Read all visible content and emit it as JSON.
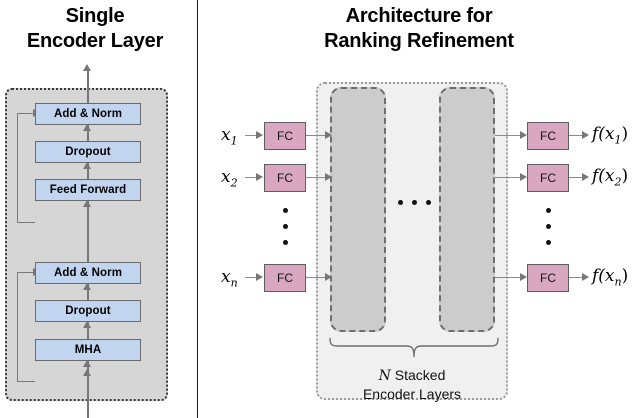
{
  "figure": {
    "left_panel": {
      "title_line1": "Single",
      "title_line2": "Encoder Layer",
      "blocks": [
        {
          "id": "add-norm-top",
          "label": "Add & Norm"
        },
        {
          "id": "dropout-top",
          "label": "Dropout"
        },
        {
          "id": "feed-forward",
          "label": "Feed Forward"
        },
        {
          "id": "add-norm-bottom",
          "label": "Add & Norm"
        },
        {
          "id": "dropout-bottom",
          "label": "Dropout"
        },
        {
          "id": "mha",
          "label": "MHA"
        }
      ],
      "block_fill": "#c2d5f0",
      "panel_fill": "#d6d6d6"
    },
    "right_panel": {
      "title_line1": "Architecture for",
      "title_line2": "Ranking Refinement",
      "inputs": [
        {
          "label": "x",
          "sub": "1"
        },
        {
          "label": "x",
          "sub": "2"
        },
        {
          "label": "x",
          "sub": "n"
        }
      ],
      "outputs": [
        {
          "label": "f(x",
          "sub": "1",
          "close": ")"
        },
        {
          "label": "f(x",
          "sub": "2",
          "close": ")"
        },
        {
          "label": "f(x",
          "sub": "n",
          "close": ")"
        }
      ],
      "fc_label": "FC",
      "fc_fill": "#d9a8c0",
      "encoder_fill": "#cccccc",
      "panel_fill": "#f0f0f0",
      "caption_line1_italic": "N",
      "caption_line1_rest": " Stacked",
      "caption_line2": "Encoder Layers",
      "ellipsis_vertical_dots": 3,
      "ellipsis_horizontal_dots": 3
    }
  }
}
